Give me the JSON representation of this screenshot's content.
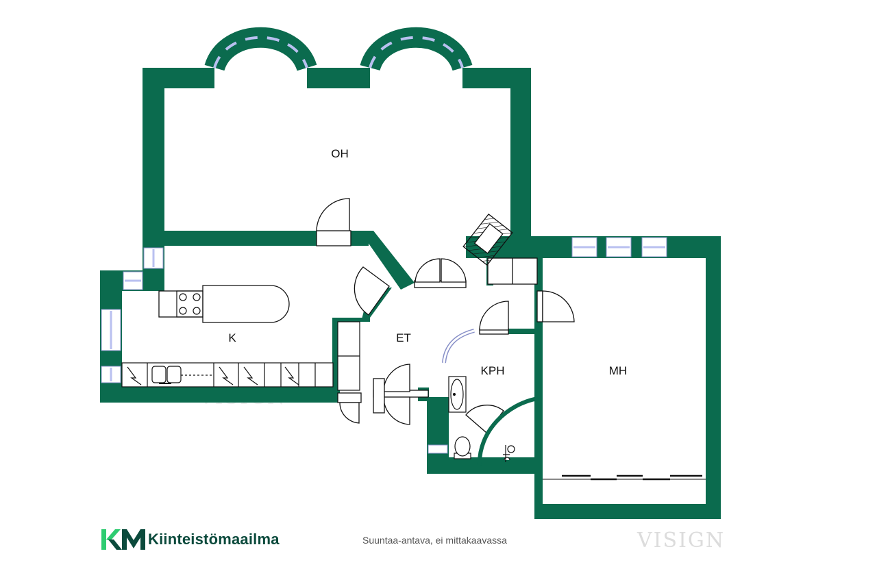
{
  "colors": {
    "wall": "#0b6b4e",
    "window": "#b9c0f0",
    "line": "#111111",
    "brand_dark": "#0b4a3c",
    "brand_green": "#2ecc71"
  },
  "rooms": {
    "oh": "OH",
    "k": "K",
    "et": "ET",
    "kph": "KPH",
    "mh": "MH"
  },
  "watermarks": {
    "text": "VISIGN"
  },
  "logo": {
    "name": "Kiinteistömaailma",
    "mark": "KM"
  },
  "note": "Suuntaa-antava, ei mittakaavassa"
}
